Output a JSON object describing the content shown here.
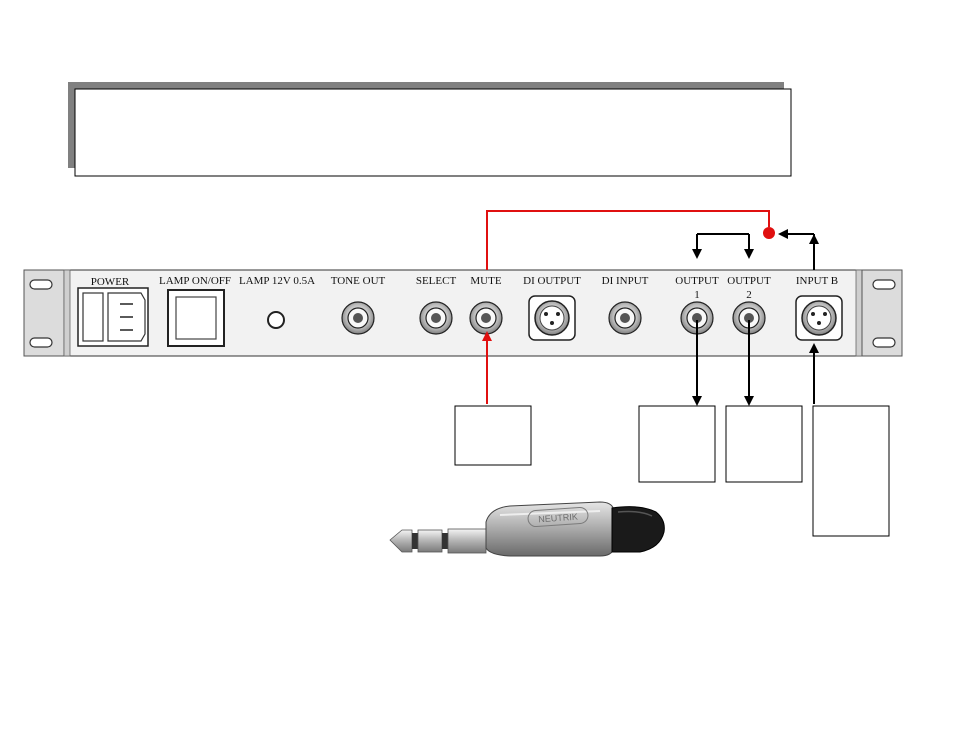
{
  "panel": {
    "labels": {
      "power": "POWER",
      "lamp_switch": "LAMP ON/OFF",
      "lamp_rating": "LAMP 12V 0.5A",
      "tone_out": "TONE OUT",
      "select": "SELECT",
      "mute": "MUTE",
      "di_output": "DI OUTPUT",
      "di_input": "DI INPUT",
      "output_1_name": "OUTPUT",
      "output_1_num": "1",
      "output_2_name": "OUTPUT",
      "output_2_num": "2",
      "input_b": "INPUT B"
    }
  },
  "plug": {
    "brand": "NEUTRIK"
  },
  "colors": {
    "signal_red": "#e01010",
    "line_black": "#000000",
    "panel_fill": "#f2f2f2",
    "title_shadow": "#808080"
  }
}
